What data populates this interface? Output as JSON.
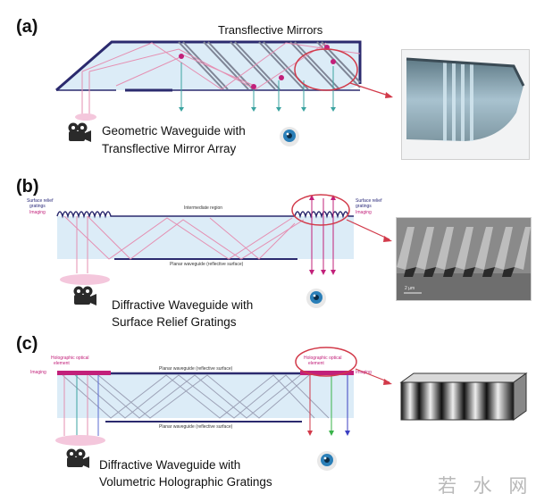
{
  "panels": {
    "a": {
      "label": "(a)",
      "title": "Transflective Mirrors",
      "caption_line1": "Geometric Waveguide with",
      "caption_line2": "Transflective Mirror Array"
    },
    "b": {
      "label": "(b)",
      "left_grating_1": "Surface relief",
      "left_grating_2": "gratings",
      "left_imaging": "Imaging",
      "intermediate": "Intermediate region",
      "right_grating_1": "Surface relief",
      "right_grating_2": "gratings",
      "right_imaging": "Imaging",
      "waveguide_label": "Planar waveguide (reflective surface)",
      "sem_scale": "2 µm",
      "caption_line1": "Diffractive Waveguide with",
      "caption_line2": "Surface Relief Gratings"
    },
    "c": {
      "label": "(c)",
      "left_element_1": "Holographic optical",
      "left_element_2": "element",
      "left_imaging": "Imaging",
      "top_waveguide_label": "Planar waveguide (reflective surface)",
      "right_element_1": "Holographic optical",
      "right_element_2": "element",
      "right_imaging": "Imaging",
      "bottom_waveguide_label": "Planar waveguide (reflective surface)",
      "caption_line1": "Diffractive Waveguide with",
      "caption_line2": "Volumetric Holographic Gratings"
    }
  },
  "watermark": "若 水 网",
  "colors": {
    "waveguide_fill": "#dcecf7",
    "waveguide_border": "#2b2a6e",
    "ray_pink": "#e58fb2",
    "ray_teal": "#3aa3a0",
    "highlight_red": "#d23a4a",
    "magenta": "#c2207a"
  }
}
